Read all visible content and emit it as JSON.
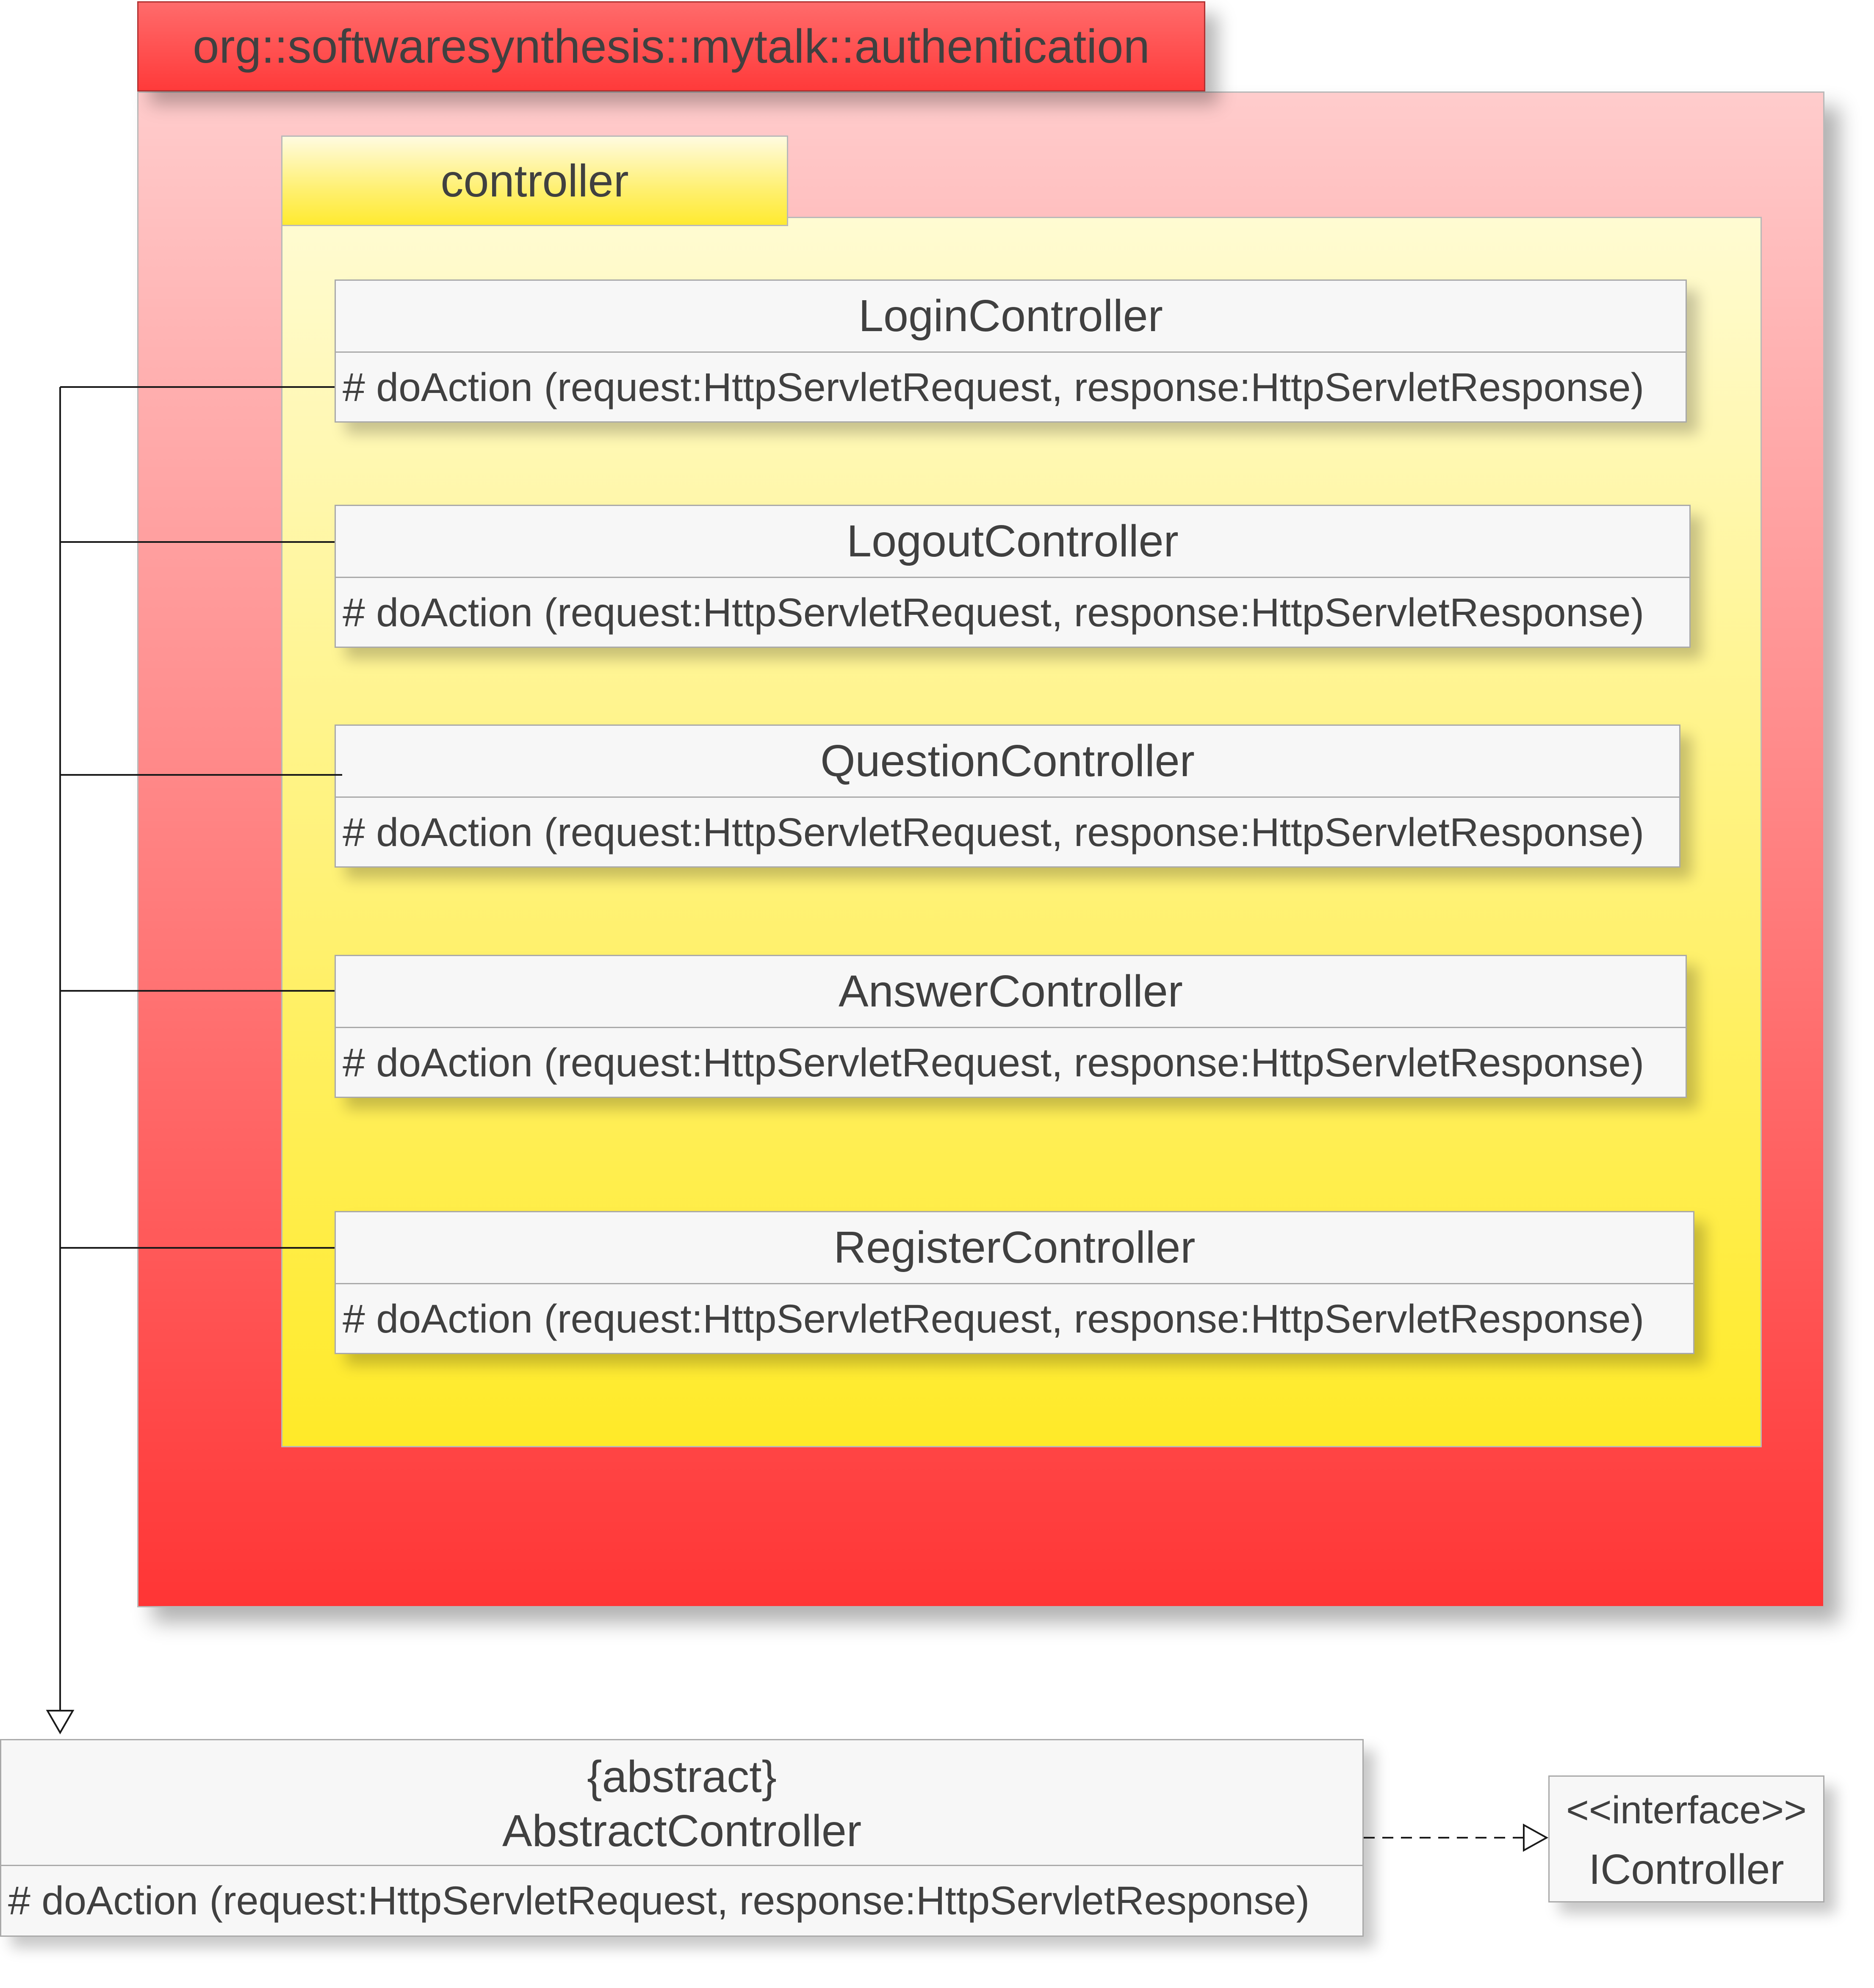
{
  "package": {
    "name": "org::softwaresynthesis::mytalk::authentication",
    "color": "#ff3a3a",
    "subpackage": {
      "name": "controller",
      "color": "#ffea30"
    }
  },
  "classes": [
    {
      "name": "LoginController",
      "operation": "# doAction (request:HttpServletRequest, response:HttpServletResponse)"
    },
    {
      "name": "LogoutController",
      "operation": "# doAction (request:HttpServletRequest, response:HttpServletResponse)"
    },
    {
      "name": "QuestionController",
      "operation": "# doAction (request:HttpServletRequest, response:HttpServletResponse)"
    },
    {
      "name": "AnswerController",
      "operation": "# doAction (request:HttpServletRequest, response:HttpServletResponse)"
    },
    {
      "name": "RegisterController",
      "operation": "# doAction (request:HttpServletRequest, response:HttpServletResponse)"
    }
  ],
  "abstract_class": {
    "stereotype": "{abstract}",
    "name": "AbstractController",
    "operation": "# doAction (request:HttpServletRequest, response:HttpServletResponse)"
  },
  "interface": {
    "stereotype": "<<interface>>",
    "name": "IController"
  },
  "relations": [
    {
      "type": "generalization",
      "from": "LoginController",
      "to": "AbstractController"
    },
    {
      "type": "generalization",
      "from": "LogoutController",
      "to": "AbstractController"
    },
    {
      "type": "generalization",
      "from": "QuestionController",
      "to": "AbstractController"
    },
    {
      "type": "generalization",
      "from": "AnswerController",
      "to": "AbstractController"
    },
    {
      "type": "generalization",
      "from": "RegisterController",
      "to": "AbstractController"
    },
    {
      "type": "realization",
      "from": "AbstractController",
      "to": "IController"
    }
  ]
}
